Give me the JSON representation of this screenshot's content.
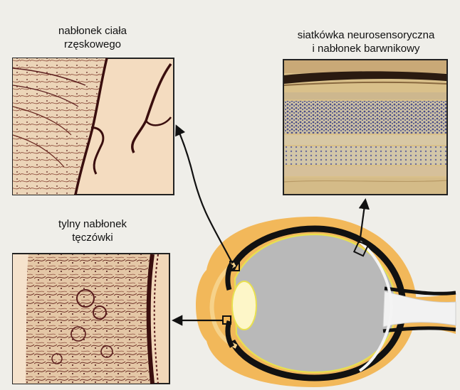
{
  "labels": {
    "ciliary_epithelium": [
      "nabłonek ciała",
      "rzęskowego"
    ],
    "retina_rpe": [
      "siatkówka neurosensoryczna",
      "i nabłonek barwnikowy"
    ],
    "posterior_iris_epithelium": [
      "tylny nabłonek",
      "tęczówki"
    ]
  },
  "colors": {
    "background": "#efeee9",
    "sclera_outer": "#f2b85a",
    "sclera_inner": "#f6d28a",
    "choroid": "#111111",
    "retina_line": "#e8e050",
    "vitreous": "#b9b9b9",
    "lens": "#fdf6c8",
    "optic_nerve": "#f2f2f2",
    "histology_tissue": "#e8d0b0",
    "histology_stain_dark": "#5a1c1c",
    "retina_section_bg": "#d9c08a",
    "retina_nuclei": "#5a5a8c"
  },
  "icons": {
    "arrow": "arrow-head",
    "section_marker": "square-marker"
  }
}
